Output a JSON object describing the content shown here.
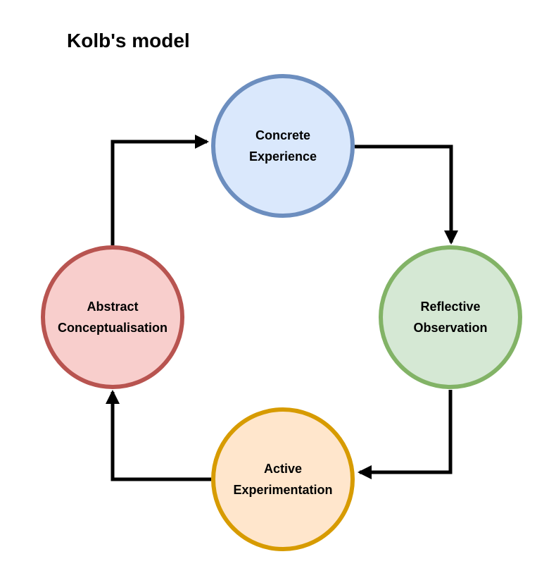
{
  "title": "Kolb's model",
  "colors": {
    "background": "#ffffff",
    "arrow": "#000000",
    "node_text": "#000000",
    "title_text": "#000000"
  },
  "nodes": [
    {
      "id": "concrete-experience",
      "lines": [
        "Concrete",
        "Experience"
      ],
      "fill": "#dae8fc",
      "stroke": "#6c8ebf"
    },
    {
      "id": "reflective-observation",
      "lines": [
        "Reflective",
        "Observation"
      ],
      "fill": "#d5e8d4",
      "stroke": "#82b366"
    },
    {
      "id": "active-experimentation",
      "lines": [
        "Active",
        "Experimentation"
      ],
      "fill": "#ffe6cc",
      "stroke": "#d79b00"
    },
    {
      "id": "abstract-conceptualisation",
      "lines": [
        "Abstract",
        "Conceptualisation"
      ],
      "fill": "#f8cecc",
      "stroke": "#b85450"
    }
  ],
  "edges": [
    {
      "from": "Concrete Experience",
      "to": "Reflective Observation"
    },
    {
      "from": "Reflective Observation",
      "to": "Active Experimentation"
    },
    {
      "from": "Active Experimentation",
      "to": "Abstract Conceptualisation"
    },
    {
      "from": "Abstract Conceptualisation",
      "to": "Concrete Experience"
    }
  ]
}
